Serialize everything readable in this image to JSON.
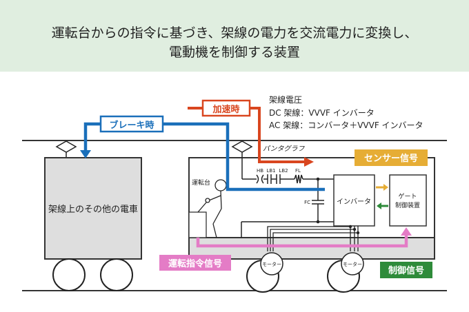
{
  "header": {
    "line1": "運転台からの指令に基づき、架線の電力を交流電力に変換し、",
    "line2": "電動機を制御する装置"
  },
  "colors": {
    "header_bg": "#e0eee0",
    "brake": "#1a6fba",
    "accel": "#d9461f",
    "sensor": "#e6ad35",
    "control": "#2e8b3a",
    "command": "#e47cc6",
    "car_fill": "#dedede"
  },
  "labels": {
    "accel": "加速時",
    "brake": "ブレーキ時",
    "voltage_title": "架線電圧",
    "voltage_dc": "DC 架線：VVVF インバータ",
    "voltage_ac": "AC 架線：コンバータ＋VVVF インバータ",
    "pantograph": "パンタグラフ",
    "sensor_signal": "センサー信号",
    "other_train": "架線上のその他の電車",
    "cab": "運転台",
    "hb": "HB",
    "lb1": "LB1",
    "lb2": "LB2",
    "fl": "FL",
    "fc": "FC",
    "inverter": "インバータ",
    "gate_line1": "ゲート",
    "gate_line2": "制御装置",
    "command_signal": "運転指令信号",
    "control_signal": "制御信号",
    "motor1": "モーター",
    "motor2": "モーター"
  }
}
